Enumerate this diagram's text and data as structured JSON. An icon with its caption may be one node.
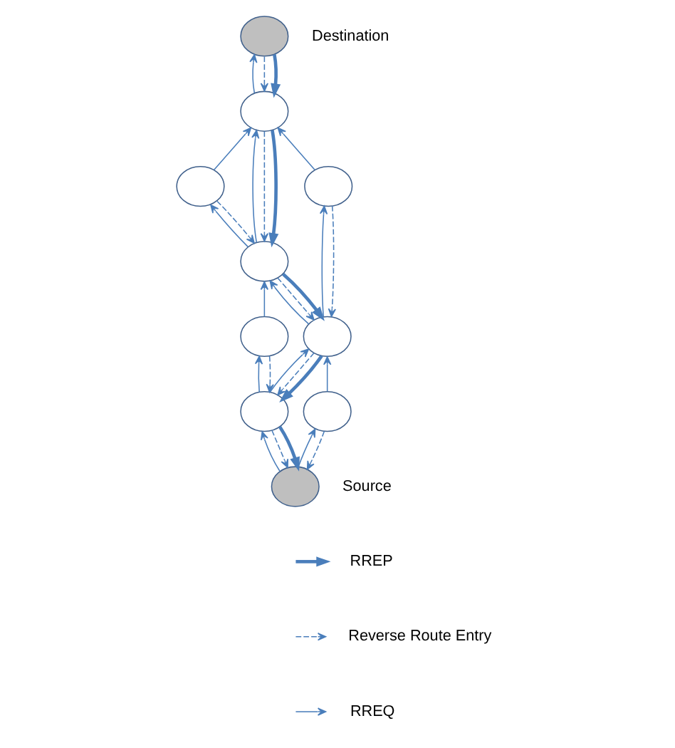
{
  "diagram": {
    "nodes": [
      {
        "text": [],
        "shape": "circle"
      },
      {
        "text": [],
        "shape": "circle",
        "beside": [
          "Destination"
        ]
      },
      {
        "text": [],
        "shape": "circle"
      },
      {
        "text": [],
        "shape": "circle"
      },
      {
        "text": [],
        "shape": "circle"
      },
      {
        "text": [],
        "shape": "circle"
      },
      {
        "text": [],
        "shape": "circle"
      },
      {
        "text": [],
        "shape": "circle"
      },
      {
        "text": [],
        "shape": "circle"
      },
      {
        "text": [],
        "shape": "circle",
        "beside": [
          "Source"
        ]
      }
    ],
    "edges": [
      {
        "from": 9,
        "to": 7,
        "arrow": "to"
      },
      {
        "from": 9,
        "to": 8,
        "arrow": "to"
      },
      {
        "from": 8,
        "to": 6,
        "arrow": "to"
      },
      {
        "from": 7,
        "to": 6,
        "arrow": "to"
      },
      {
        "from": 7,
        "to": 5,
        "arrow": "to"
      },
      {
        "from": 5,
        "to": 3,
        "arrow": "to"
      },
      {
        "from": 6,
        "to": 3,
        "arrow": "to"
      },
      {
        "from": 6,
        "to": 4,
        "arrow": "to"
      },
      {
        "from": 4,
        "to": 2,
        "arrow": "to"
      },
      {
        "from": 3,
        "to": 0,
        "arrow": "to"
      },
      {
        "from": 3,
        "to": 2,
        "arrow": "to"
      },
      {
        "from": 0,
        "to": 2,
        "arrow": "to"
      },
      {
        "from": 2,
        "to": 1,
        "arrow": "to"
      },
      {
        "from": 8,
        "to": 9,
        "arrow": "to",
        "style": "dashed"
      },
      {
        "from": 7,
        "to": 9,
        "arrow": "to",
        "style": "dashed"
      },
      {
        "from": 6,
        "to": 7,
        "arrow": "to",
        "style": "dashed"
      },
      {
        "from": 5,
        "to": 7,
        "arrow": "to",
        "style": "dashed"
      },
      {
        "from": 4,
        "to": 6,
        "arrow": "to",
        "style": "dashed"
      },
      {
        "from": 3,
        "to": 6,
        "arrow": "to",
        "style": "dashed"
      },
      {
        "from": 2,
        "to": 3,
        "arrow": "to",
        "style": "dashed"
      },
      {
        "from": 0,
        "to": 3,
        "arrow": "to",
        "style": "dashed"
      },
      {
        "from": 1,
        "to": 2,
        "arrow": "to",
        "style": "dashed"
      },
      {
        "from": 1,
        "to": 2,
        "arrow": "to",
        "style": "thick"
      },
      {
        "from": 2,
        "to": 3,
        "arrow": "to",
        "style": "thick"
      },
      {
        "from": 3,
        "to": 6,
        "arrow": "to",
        "style": "thick"
      },
      {
        "from": 6,
        "to": 7,
        "arrow": "to",
        "style": "thick"
      },
      {
        "from": 7,
        "to": 9,
        "arrow": "to",
        "style": "thick"
      }
    ],
    "legend": [
      {
        "text": "RREP"
      },
      {
        "text": "Reverse Route Entry"
      },
      {
        "text": "RREQ"
      }
    ]
  }
}
